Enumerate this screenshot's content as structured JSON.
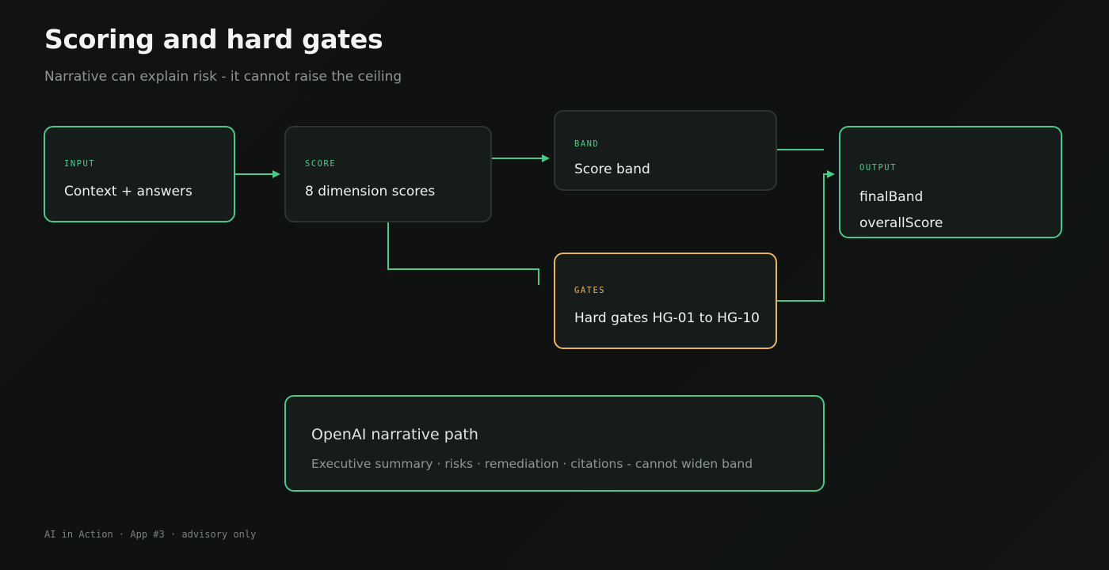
{
  "header": {
    "title": "Scoring and hard gates",
    "subtitle": "Narrative can explain risk - it cannot raise the ceiling"
  },
  "nodes": {
    "input": {
      "tag": "INPUT",
      "label": "Context + answers"
    },
    "score": {
      "tag": "SCORE",
      "label": "8 dimension scores"
    },
    "band": {
      "tag": "BAND",
      "label": "Score band"
    },
    "gates": {
      "tag": "GATES",
      "label": "Hard gates HG-01 to HG-10"
    },
    "output": {
      "tag": "OUTPUT",
      "lines": [
        "finalBand",
        "overallScore"
      ]
    }
  },
  "narrative": {
    "title": "OpenAI narrative path",
    "description": "Executive summary · risks · remediation · citations - cannot widen band"
  },
  "footer": {
    "text": "AI in Action · App #3 · advisory only"
  },
  "colors": {
    "background": "#101312",
    "accent_green": "#4cc98a",
    "accent_amber": "#e8b45f",
    "node_fill": "#161c19",
    "node_border_neutral": "#2c3430"
  }
}
